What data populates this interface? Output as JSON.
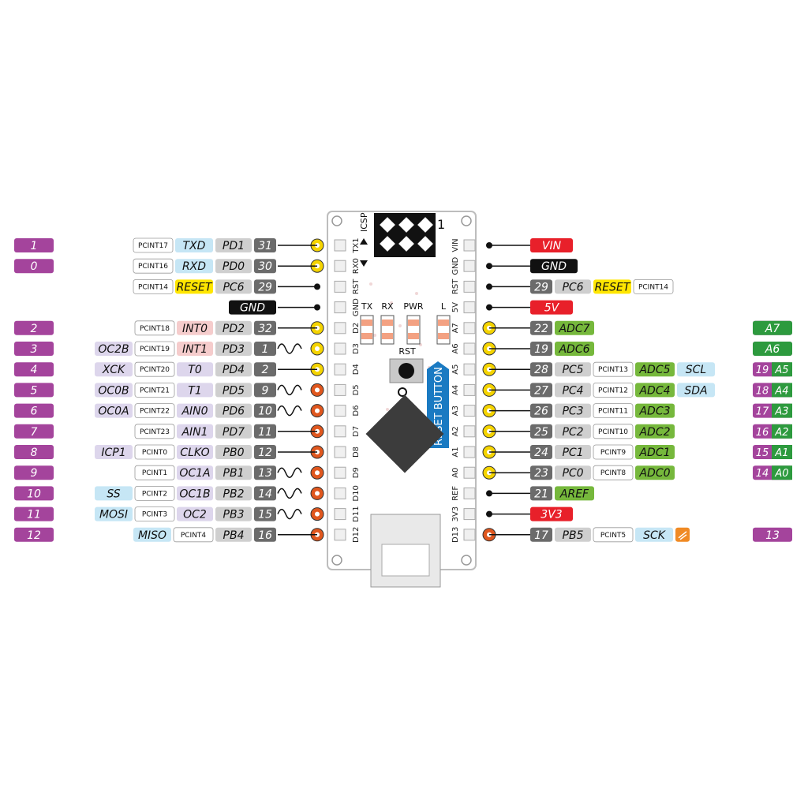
{
  "board": {
    "icsp_label": "ICSP",
    "icsp_pin1": "1",
    "leds": [
      "TX",
      "RX",
      "PWR",
      "L"
    ],
    "rst_label": "RST",
    "reset_button_label": "RESET BUTTON",
    "left_silk": [
      "TX1",
      "RX0",
      "RST",
      "GND",
      "D2",
      "D3",
      "D4",
      "D5",
      "D6",
      "D7",
      "D8",
      "D9",
      "D10",
      "D11",
      "D12"
    ],
    "right_silk": [
      "VIN",
      "GND",
      "RST",
      "5V",
      "A7",
      "A6",
      "A5",
      "A4",
      "A3",
      "A2",
      "A1",
      "A0",
      "REF",
      "3V3",
      "D13"
    ]
  },
  "left_rows": [
    {
      "arduino": "1",
      "labels": [
        {
          "text": "PCINT17",
          "t": "pcint"
        },
        {
          "text": "TXD",
          "t": "serial"
        },
        {
          "text": "PD1",
          "t": "port"
        },
        {
          "text": "31",
          "t": "num"
        }
      ],
      "pin": "yellow"
    },
    {
      "arduino": "0",
      "labels": [
        {
          "text": "PCINT16",
          "t": "pcint"
        },
        {
          "text": "RXD",
          "t": "serial"
        },
        {
          "text": "PD0",
          "t": "port"
        },
        {
          "text": "30",
          "t": "num"
        }
      ],
      "pin": "yellow"
    },
    {
      "arduino": "",
      "labels": [
        {
          "text": "PCINT14",
          "t": "pcint"
        },
        {
          "text": "RESET",
          "t": "reset"
        },
        {
          "text": "PC6",
          "t": "port"
        },
        {
          "text": "29",
          "t": "num"
        }
      ],
      "pin": "black"
    },
    {
      "arduino": "",
      "labels": [
        {
          "text": "GND",
          "t": "gnd"
        }
      ],
      "pin": "black"
    },
    {
      "arduino": "2",
      "labels": [
        {
          "text": "PCINT18",
          "t": "pcint"
        },
        {
          "text": "INT0",
          "t": "int"
        },
        {
          "text": "PD2",
          "t": "port"
        },
        {
          "text": "32",
          "t": "num"
        }
      ],
      "pin": "yellow"
    },
    {
      "arduino": "3",
      "labels": [
        {
          "text": "OC2B",
          "t": "pwm"
        },
        {
          "text": "PCINT19",
          "t": "pcint"
        },
        {
          "text": "INT1",
          "t": "int"
        },
        {
          "text": "PD3",
          "t": "port"
        },
        {
          "text": "1",
          "t": "num"
        }
      ],
      "pin": "yellow",
      "pwm": true
    },
    {
      "arduino": "4",
      "labels": [
        {
          "text": "XCK",
          "t": "pwm"
        },
        {
          "text": "PCINT20",
          "t": "pcint"
        },
        {
          "text": "T0",
          "t": "timer"
        },
        {
          "text": "PD4",
          "t": "port"
        },
        {
          "text": "2",
          "t": "num"
        }
      ],
      "pin": "yellow"
    },
    {
      "arduino": "5",
      "labels": [
        {
          "text": "OC0B",
          "t": "pwm"
        },
        {
          "text": "PCINT21",
          "t": "pcint"
        },
        {
          "text": "T1",
          "t": "timer"
        },
        {
          "text": "PD5",
          "t": "port"
        },
        {
          "text": "9",
          "t": "num"
        }
      ],
      "pin": "orange",
      "pwm": true
    },
    {
      "arduino": "6",
      "labels": [
        {
          "text": "OC0A",
          "t": "pwm"
        },
        {
          "text": "PCINT22",
          "t": "pcint"
        },
        {
          "text": "AIN0",
          "t": "timer"
        },
        {
          "text": "PD6",
          "t": "port"
        },
        {
          "text": "10",
          "t": "num"
        }
      ],
      "pin": "orange",
      "pwm": true
    },
    {
      "arduino": "7",
      "labels": [
        {
          "text": "PCINT23",
          "t": "pcint"
        },
        {
          "text": "AIN1",
          "t": "timer"
        },
        {
          "text": "PD7",
          "t": "port"
        },
        {
          "text": "11",
          "t": "num"
        }
      ],
      "pin": "orange"
    },
    {
      "arduino": "8",
      "labels": [
        {
          "text": "ICP1",
          "t": "pwm"
        },
        {
          "text": "PCINT0",
          "t": "pcint"
        },
        {
          "text": "CLKO",
          "t": "timer"
        },
        {
          "text": "PB0",
          "t": "port"
        },
        {
          "text": "12",
          "t": "num"
        }
      ],
      "pin": "orange"
    },
    {
      "arduino": "9",
      "labels": [
        {
          "text": "PCINT1",
          "t": "pcint"
        },
        {
          "text": "OC1A",
          "t": "timer"
        },
        {
          "text": "PB1",
          "t": "port"
        },
        {
          "text": "13",
          "t": "num"
        }
      ],
      "pin": "orange",
      "pwm": true
    },
    {
      "arduino": "10",
      "labels": [
        {
          "text": "SS",
          "t": "serial"
        },
        {
          "text": "PCINT2",
          "t": "pcint"
        },
        {
          "text": "OC1B",
          "t": "timer"
        },
        {
          "text": "PB2",
          "t": "port"
        },
        {
          "text": "14",
          "t": "num"
        }
      ],
      "pin": "orange",
      "pwm": true
    },
    {
      "arduino": "11",
      "labels": [
        {
          "text": "MOSI",
          "t": "serial"
        },
        {
          "text": "PCINT3",
          "t": "pcint"
        },
        {
          "text": "OC2",
          "t": "timer"
        },
        {
          "text": "PB3",
          "t": "port"
        },
        {
          "text": "15",
          "t": "num"
        }
      ],
      "pin": "orange",
      "pwm": true
    },
    {
      "arduino": "12",
      "labels": [
        {
          "text": "MISO",
          "t": "serial"
        },
        {
          "text": "PCINT4",
          "t": "pcint"
        },
        {
          "text": "PB4",
          "t": "port"
        },
        {
          "text": "16",
          "t": "num"
        }
      ],
      "pin": "orange"
    }
  ],
  "right_rows": [
    {
      "arduino": "",
      "labels": [
        {
          "text": "VIN",
          "t": "power"
        }
      ],
      "pin": "black"
    },
    {
      "arduino": "",
      "labels": [
        {
          "text": "GND",
          "t": "gnd"
        }
      ],
      "pin": "black"
    },
    {
      "arduino": "",
      "labels": [
        {
          "text": "29",
          "t": "num"
        },
        {
          "text": "PC6",
          "t": "port"
        },
        {
          "text": "RESET",
          "t": "reset"
        },
        {
          "text": "PCINT14",
          "t": "pcint"
        }
      ],
      "pin": "black"
    },
    {
      "arduino": "",
      "labels": [
        {
          "text": "5V",
          "t": "power"
        }
      ],
      "pin": "black"
    },
    {
      "arduino": "A7",
      "labels": [
        {
          "text": "22",
          "t": "num"
        },
        {
          "text": "ADC7",
          "t": "adc"
        }
      ],
      "pin": "yellow"
    },
    {
      "arduino": "A6",
      "labels": [
        {
          "text": "19",
          "t": "num"
        },
        {
          "text": "ADC6",
          "t": "adc"
        }
      ],
      "pin": "yellow"
    },
    {
      "arduino": "19|A5",
      "labels": [
        {
          "text": "28",
          "t": "num"
        },
        {
          "text": "PC5",
          "t": "port"
        },
        {
          "text": "PCINT13",
          "t": "pcint"
        },
        {
          "text": "ADC5",
          "t": "adc"
        },
        {
          "text": "SCL",
          "t": "serial"
        }
      ],
      "pin": "yellow"
    },
    {
      "arduino": "18|A4",
      "labels": [
        {
          "text": "27",
          "t": "num"
        },
        {
          "text": "PC4",
          "t": "port"
        },
        {
          "text": "PCINT12",
          "t": "pcint"
        },
        {
          "text": "ADC4",
          "t": "adc"
        },
        {
          "text": "SDA",
          "t": "serial"
        }
      ],
      "pin": "yellow"
    },
    {
      "arduino": "17|A3",
      "labels": [
        {
          "text": "26",
          "t": "num"
        },
        {
          "text": "PC3",
          "t": "port"
        },
        {
          "text": "PCINT11",
          "t": "pcint"
        },
        {
          "text": "ADC3",
          "t": "adc"
        }
      ],
      "pin": "yellow"
    },
    {
      "arduino": "16|A2",
      "labels": [
        {
          "text": "25",
          "t": "num"
        },
        {
          "text": "PC2",
          "t": "port"
        },
        {
          "text": "PCINT10",
          "t": "pcint"
        },
        {
          "text": "ADC2",
          "t": "adc"
        }
      ],
      "pin": "yellow"
    },
    {
      "arduino": "15|A1",
      "labels": [
        {
          "text": "24",
          "t": "num"
        },
        {
          "text": "PC1",
          "t": "port"
        },
        {
          "text": "PCINT9",
          "t": "pcint"
        },
        {
          "text": "ADC1",
          "t": "adc"
        }
      ],
      "pin": "yellow"
    },
    {
      "arduino": "14|A0",
      "labels": [
        {
          "text": "23",
          "t": "num"
        },
        {
          "text": "PC0",
          "t": "port"
        },
        {
          "text": "PCINT8",
          "t": "pcint"
        },
        {
          "text": "ADC0",
          "t": "adc"
        }
      ],
      "pin": "yellow"
    },
    {
      "arduino": "",
      "labels": [
        {
          "text": "21",
          "t": "num"
        },
        {
          "text": "AREF",
          "t": "adc"
        }
      ],
      "pin": "black"
    },
    {
      "arduino": "",
      "labels": [
        {
          "text": "3V3",
          "t": "power"
        }
      ],
      "pin": "black"
    },
    {
      "arduino": "13",
      "labels": [
        {
          "text": "17",
          "t": "num"
        },
        {
          "text": "PB5",
          "t": "port"
        },
        {
          "text": "PCINT5",
          "t": "pcint"
        },
        {
          "text": "SCK",
          "t": "serial"
        }
      ],
      "pin": "orange",
      "led": true
    }
  ],
  "colors": {
    "arduino": "#a4449c",
    "port": "#cfcfcf",
    "num": "#6b6b6b",
    "pcint": "#ffffff",
    "serial": "#c6e6f5",
    "int": "#f5cccc",
    "timer": "#ddd6ec",
    "pwm": "#ddd6ec",
    "reset": "#ffe600",
    "gnd": "#111111",
    "power": "#e8202a",
    "adc": "#76b83c",
    "pin_yellow": "#f5d400",
    "pin_orange": "#e0571e",
    "led_orange": "#f08a24"
  }
}
